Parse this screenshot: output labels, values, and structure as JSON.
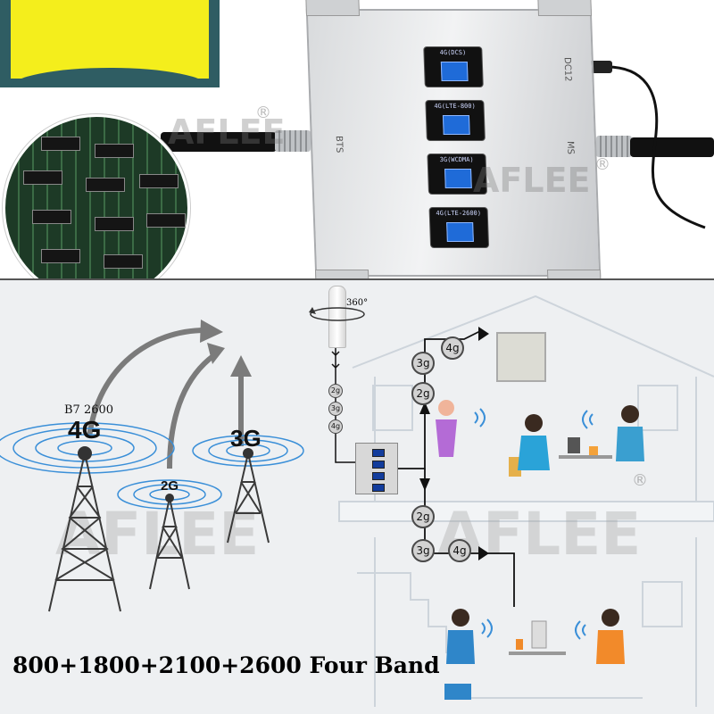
{
  "brand": {
    "watermark": "AFLEE",
    "registered": "®"
  },
  "booster": {
    "port_left": "BTS",
    "port_right": "MS",
    "power_port": "DC12",
    "screens": [
      {
        "label": "4G(DCS)"
      },
      {
        "label": "4G(LTE-800)"
      },
      {
        "label": "3G(WCDMA)"
      },
      {
        "label": "4G(LTE-2600)"
      }
    ]
  },
  "antenna": {
    "rotation_label": "360°"
  },
  "signal_chain_vertical": [
    "2g",
    "3g",
    "4g"
  ],
  "upper_floor_pills": [
    "4g",
    "3g",
    "2g"
  ],
  "lower_floor_pills": [
    "2g",
    "3g",
    "4g"
  ],
  "towers": [
    {
      "label": "4G",
      "caption": "B7 2600"
    },
    {
      "label": "2G"
    },
    {
      "label": "3G"
    }
  ],
  "headline": "800+1800+2100+2600 Four Band",
  "colors": {
    "banner_teal": "#2f5d63",
    "banner_yellow": "#f4ee1c",
    "signal_wave_blue": "#3a8fd8",
    "scene_bg": "#eef0f2"
  }
}
